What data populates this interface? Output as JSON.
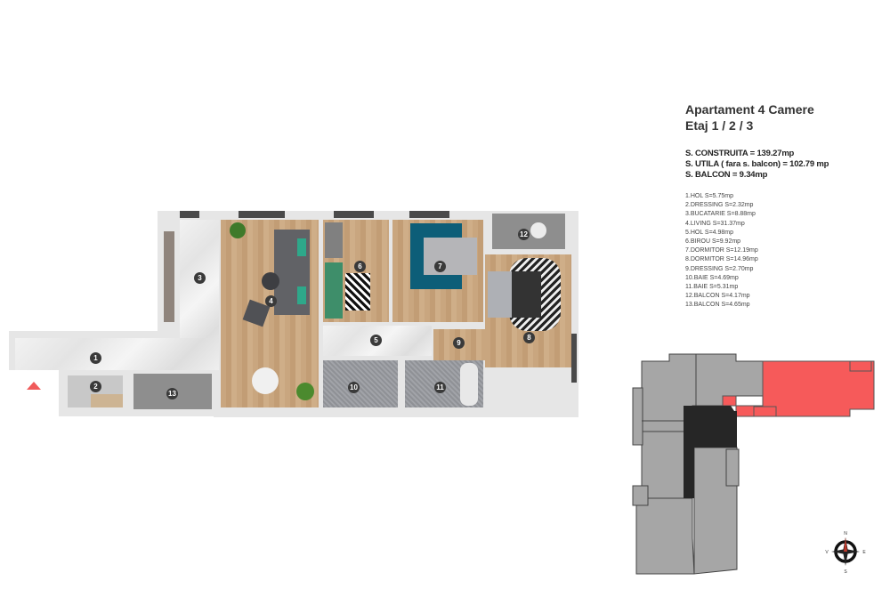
{
  "info": {
    "title": "Apartament 4 Camere",
    "floors": "Etaj 1 / 2 / 3",
    "stats": [
      "S. CONSTRUITA = 139.27mp",
      "S. UTILA ( fara s. balcon) = 102.79 mp",
      "S. BALCON = 9.34mp"
    ],
    "rooms": [
      "1.HOL   S=5.75mp",
      "2.DRESSING   S=2.32mp",
      "3.BUCATARIE   S=8.88mp",
      "4.LIVING   S=31.37mp",
      "5.HOL   S=4.98mp",
      "6.BIROU   S=9.92mp",
      "7.DORMITOR   S=12.19mp",
      "8.DORMITOR   S=14.96mp",
      "9.DRESSING   S=2.70mp",
      "10.BAIE   S=4.69mp",
      "11.BAIE   S=5.31mp",
      "12.BALCON   S=4.17mp",
      "13.BALCON   S=4.65mp"
    ]
  },
  "plan": {
    "markers": [
      "1",
      "2",
      "3",
      "4",
      "5",
      "6",
      "7",
      "8",
      "9",
      "10",
      "11",
      "12",
      "13"
    ],
    "entrance_color": "#f05a5a"
  },
  "keyplan": {
    "highlight_color": "#f65a5a",
    "building_color": "#a6a6a6",
    "core_color": "#262626",
    "compass": {
      "n": "N",
      "s": "S",
      "e": "E",
      "w": "V"
    }
  }
}
